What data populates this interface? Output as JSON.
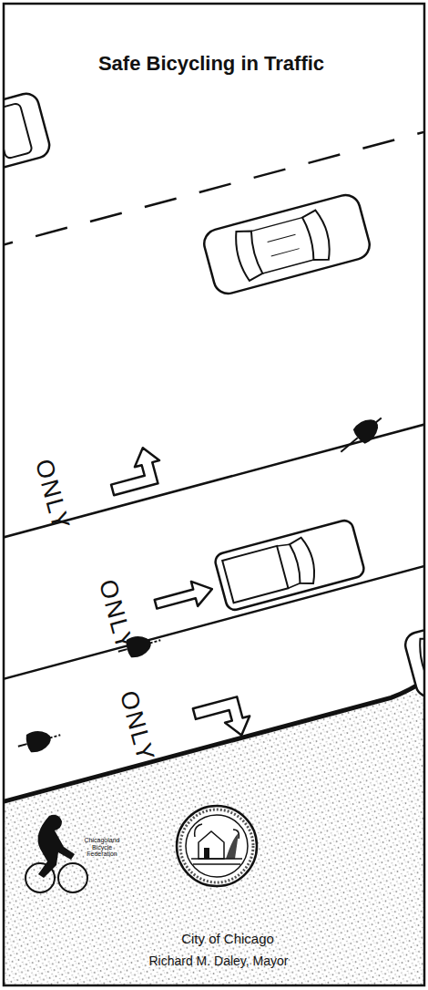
{
  "diagram": {
    "title": "Safe Bicycling in Traffic",
    "labels": [
      "ONLY",
      "ONLY",
      "ONLY",
      "Chicagoland Bicycle Federation",
      "City of Chicago",
      "Richard M. Daley, Mayor"
    ]
  }
}
